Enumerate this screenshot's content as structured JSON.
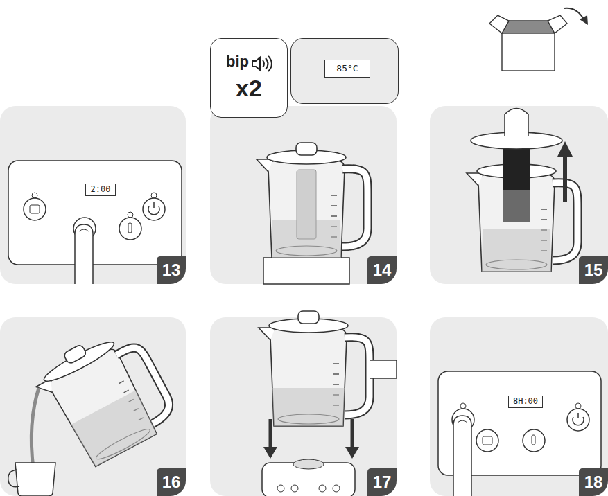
{
  "diagram": {
    "nodes": [
      {
        "text": [
          "13"
        ]
      },
      {
        "text": [
          "2:00"
        ],
        "in": 0
      },
      {
        "text": [
          "14"
        ]
      },
      {
        "text": [
          "bip",
          "x2"
        ],
        "in": 2
      },
      {
        "text": [
          "85°C"
        ],
        "in": 2
      },
      {
        "text": [
          "15"
        ]
      },
      {
        "text": [
          "16"
        ]
      },
      {
        "text": [
          "17"
        ]
      },
      {
        "text": [
          "18"
        ]
      },
      {
        "text": [
          "8H:00"
        ],
        "in": 8
      }
    ]
  }
}
